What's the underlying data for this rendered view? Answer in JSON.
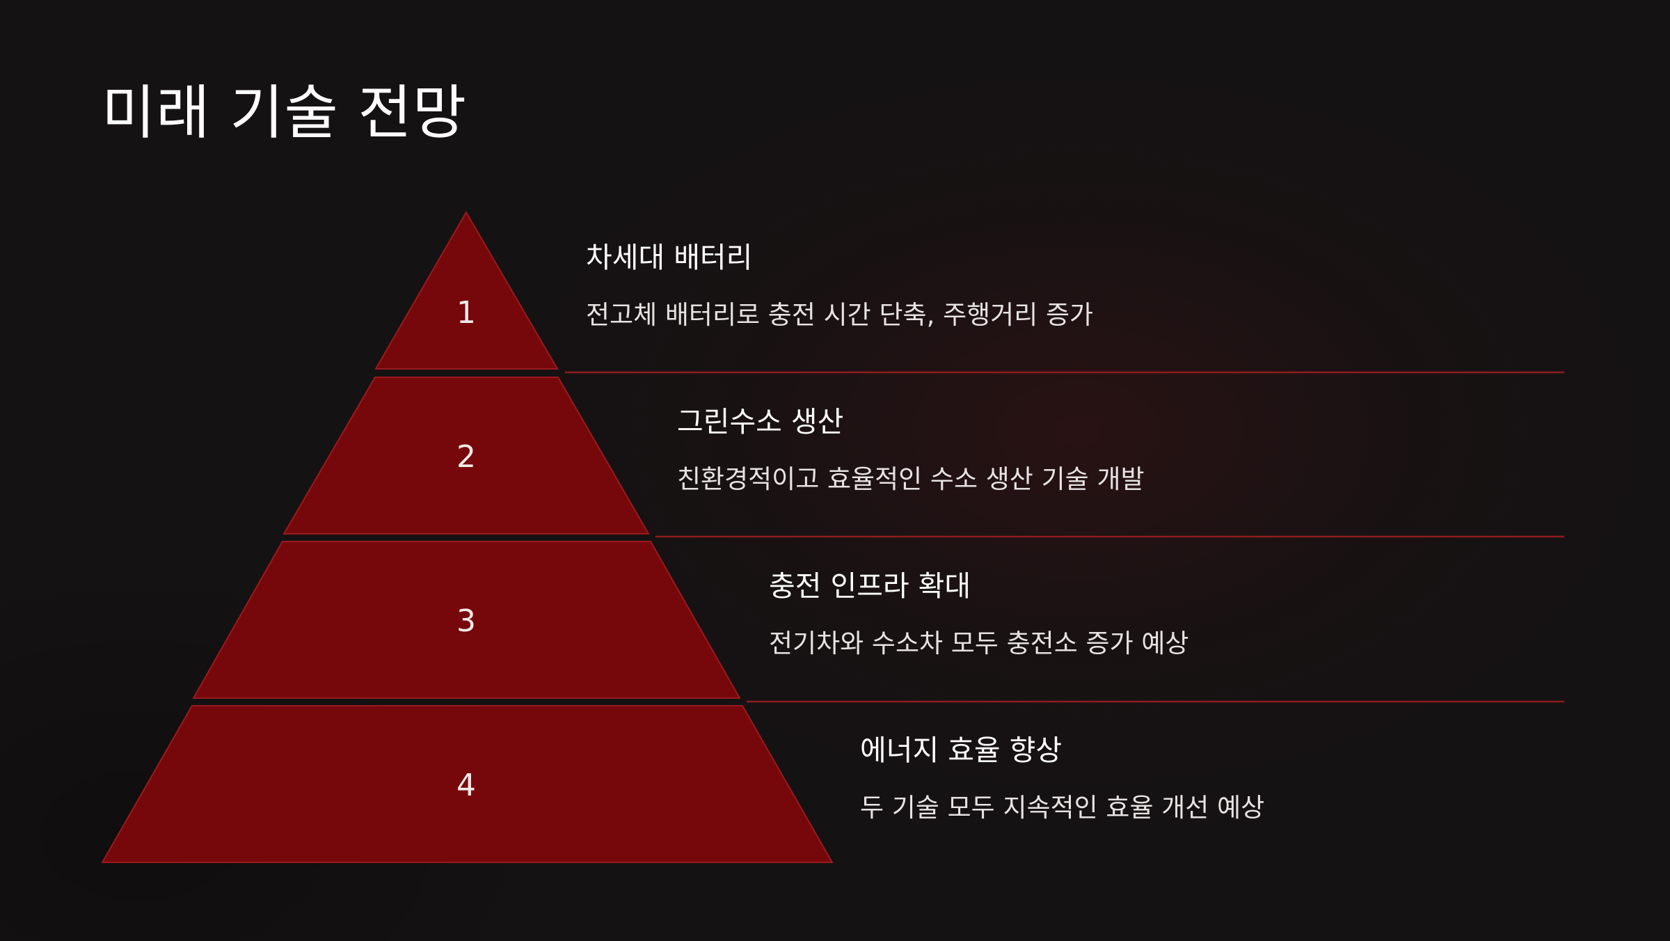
{
  "title": "미래 기술 전망",
  "colors": {
    "background": "#151213",
    "tier_fill": "#76080b",
    "tier_stroke": "#9a1a1e",
    "divider": "#8e1c20",
    "text": "#ffffff"
  },
  "levels": [
    {
      "number": "1",
      "heading": "차세대 배터리",
      "description": "전고체 배터리로 충전 시간 단축, 주행거리 증가"
    },
    {
      "number": "2",
      "heading": "그린수소 생산",
      "description": "친환경적이고 효율적인 수소 생산 기술 개발"
    },
    {
      "number": "3",
      "heading": "충전 인프라 확대",
      "description": "전기차와 수소차 모두 충전소 증가 예상"
    },
    {
      "number": "4",
      "heading": "에너지 효율 향상",
      "description": "두 기술 모두 지속적인 효율 개선 예상"
    }
  ]
}
